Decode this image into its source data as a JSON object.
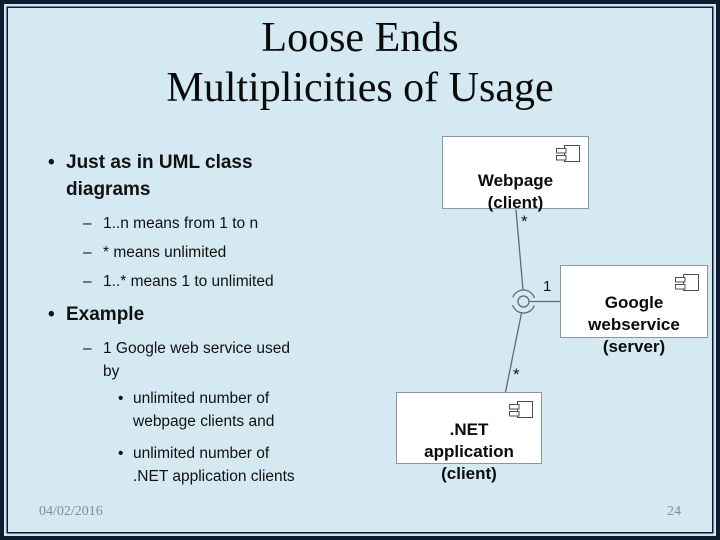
{
  "title": "Loose Ends\nMultiplicities of Usage",
  "glyphs": {
    "bullet": "•",
    "dash": "–",
    "subbullet": "•"
  },
  "content": {
    "bullet1": {
      "label": "Just as in UML class\ndiagrams",
      "items": [
        "1..n means from 1 to n",
        "* means unlimited",
        "1..* means 1 to unlimited"
      ]
    },
    "bullet2": {
      "label": "Example",
      "item": "1 Google web service used\nby",
      "subitems": [
        "unlimited number of\nwebpage clients and",
        "unlimited number of\n.NET application clients"
      ]
    }
  },
  "diagram": {
    "boxes": {
      "webpage": "Webpage\n(client)",
      "google": "Google\nwebservice\n(server)",
      "dotnet": ".NET\napplication\n(client)"
    },
    "multiplicities": {
      "webpage_end": "*",
      "server_end": "1",
      "dotnet_end": "*"
    },
    "icon_name": "uml-component-icon"
  },
  "footer": {
    "date": "04/02/2016",
    "page_number": "24"
  },
  "colors": {
    "slide_background": "#d5e9f2",
    "frame": "#0d1c2e",
    "box_fill": "#ffffff",
    "box_border": "#8e979e",
    "connector_line": "#5c6b79",
    "text": "#0b0b0b",
    "footer_text": "#7e8e9a"
  }
}
